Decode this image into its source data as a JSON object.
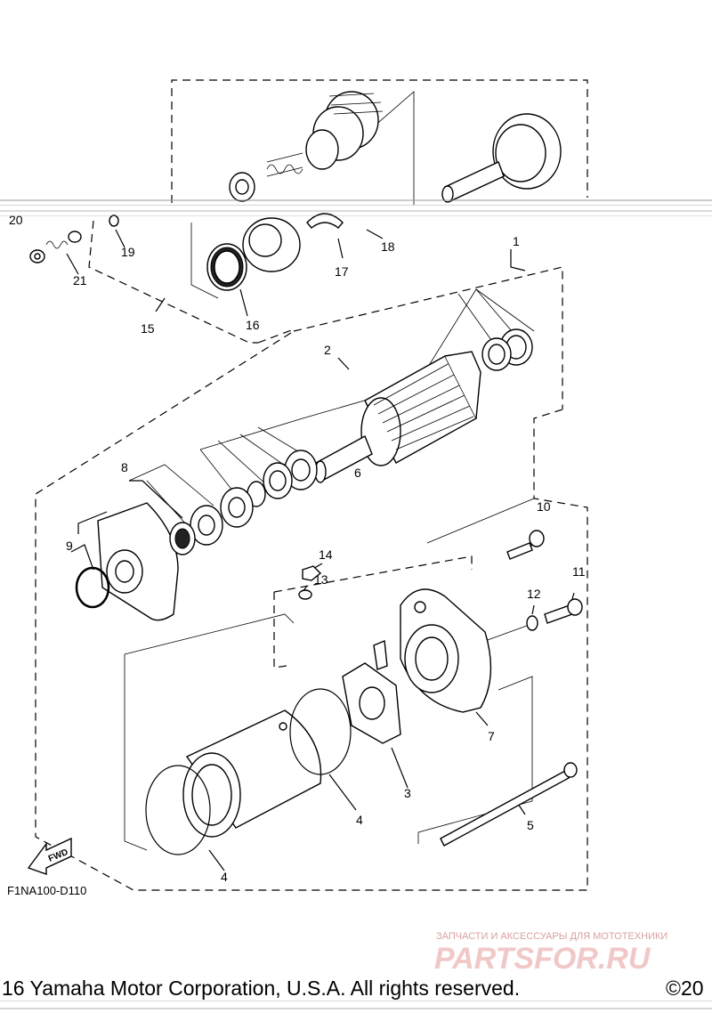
{
  "diagram_code": "F1NA100-D110",
  "fwd_label": "FWD",
  "part_numbers": {
    "p1": "1",
    "p2": "2",
    "p3": "3",
    "p4a": "4",
    "p4b": "4",
    "p5": "5",
    "p6": "6",
    "p7": "7",
    "p8": "8",
    "p9": "9",
    "p10": "10",
    "p11": "11",
    "p12": "12",
    "p13": "13",
    "p14": "14",
    "p15": "15",
    "p16": "16",
    "p17": "17",
    "p18": "18",
    "p19": "19",
    "p20": "20",
    "p21": "21"
  },
  "watermark": {
    "tagline": "ЗАПЧАСТИ И АКСЕССУАРЫ ДЛЯ МОТОТЕХНИКИ",
    "brand": "PARTSFOR.RU"
  },
  "copyright_left": "16 Yamaha Motor Corporation, U.S.A. All rights reserved.",
  "copyright_right": "©20",
  "colors": {
    "ink": "#000000",
    "watermark": "#e8b4b4",
    "background": "#ffffff"
  }
}
